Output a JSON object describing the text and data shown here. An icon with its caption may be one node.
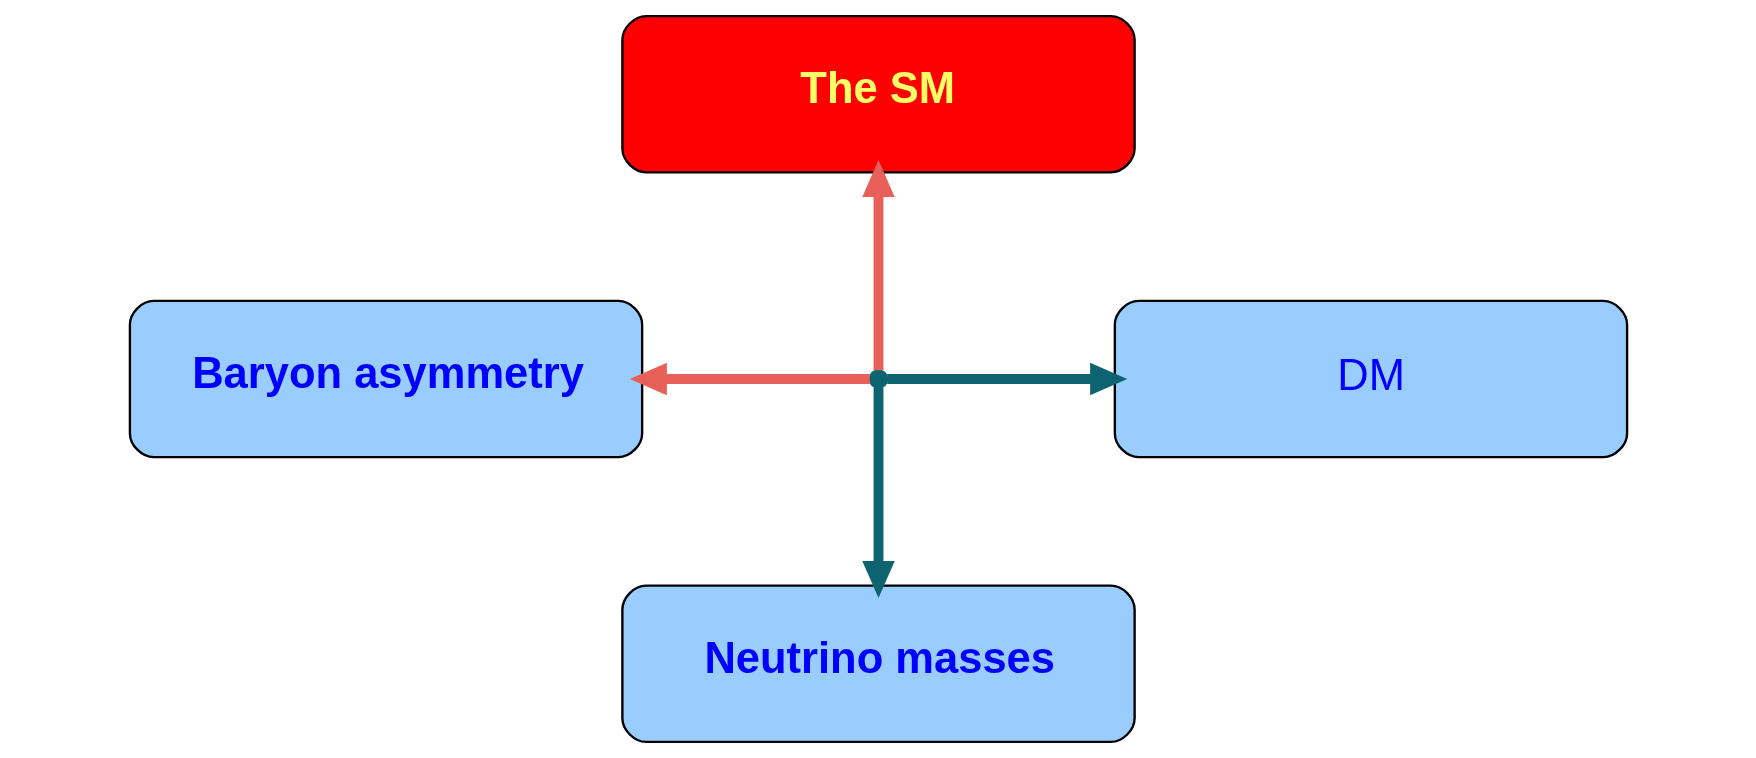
{
  "diagram": {
    "nodes": [
      {
        "text": [
          "The SM"
        ]
      },
      {
        "text": [
          "Baryon asymmetry"
        ]
      },
      {
        "text": [
          "DM"
        ]
      },
      {
        "text": [
          "Neutrino masses"
        ]
      },
      {
        "text": [],
        "shape": "point"
      }
    ],
    "edges": [
      {
        "from": 4,
        "to": 0,
        "arrow": "to",
        "color": "#e8605a"
      },
      {
        "from": 4,
        "to": 1,
        "arrow": "to",
        "color": "#e8605a"
      },
      {
        "from": 4,
        "to": 2,
        "arrow": "to",
        "color": "#0d6470"
      },
      {
        "from": 4,
        "to": 3,
        "arrow": "to",
        "color": "#0d6470"
      }
    ]
  }
}
